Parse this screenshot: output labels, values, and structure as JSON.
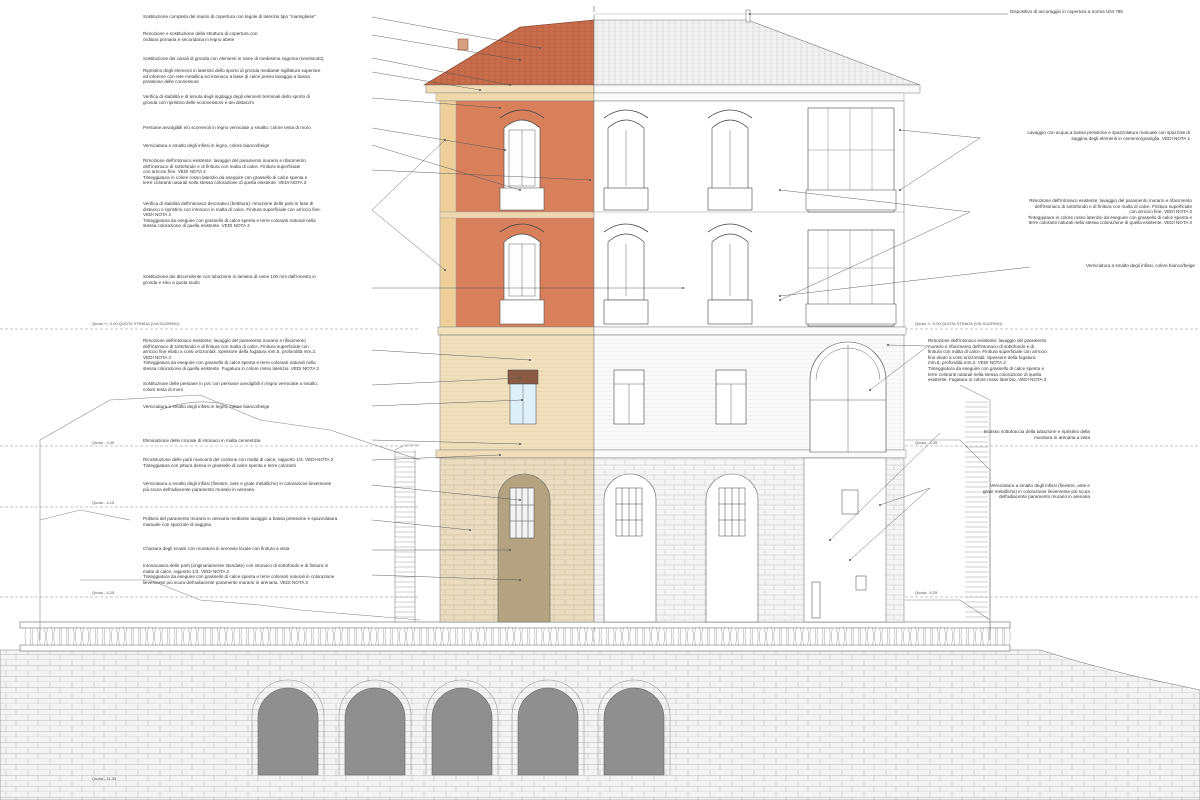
{
  "notes_left": [
    {
      "text": "Sostituzione completa del manto di copertura con tegole di laterizio tipo \"marsigliese\""
    },
    {
      "text": "Rimozione e sostituzione della struttura di copertura con\norditura primaria e secondaria in legno abete"
    },
    {
      "text": "Sostituzione dei canali di gronda con elementi in rame di medesima sagoma (semitondo)"
    },
    {
      "text": "Ripristino degli elementi in laterizio dello sporto di gronda mediante sigillatura superiore\ned inferiore con rete metallica ed intonaco a base di calce previo lavaggio a bassa\npressione delle connessure"
    },
    {
      "text": "Verifica di stabilità e di tenuta degli ingitaggi degli elementi terminali dello sporto di\ngronda con ripristino delle sconnessioni e dei distacchi"
    },
    {
      "text": "Persiane avvolgibili e/o scorrevoli in legno verniciate a smalto, colore testa di moro"
    },
    {
      "text": "Verniciatura a smalto degli infissi in legno, colore bianco/beige"
    },
    {
      "text": "Rimozione dell'intonaco esistente: lavaggio del paramento murario e rifacimento\ndell'intonaco di sottofondo e di finitura con malta di calce. Finitura superficiale\ncon arriccio fine. VEDI NOTA 2\nTinteggiatura in colore rosso laterizio da eseguire con grassello di calce spenta e\nterre coloranti naturali nella stessa colorazione di quella esistente. VEDI NOTA 3"
    },
    {
      "text": "Verifica di stabilità dell'intonaco decorativo (bettitura): rimozione delle parti in fase di\ndistacco e ripristino con intonaco in malta di calce. Finitura superficiale con arriccio fine.\nVEDI NOTA 2\nTinteggiatura da eseguire con grassello di calce spenta e terre coloranti naturali nella\nstessa colorazione di quella esistente. VEDI NOTA 3"
    },
    {
      "text": "Sostituzione dei discendente con tubazione in lamiera di rame 100 mm dall'innesto in\ngronda e sino a quota suolo"
    },
    {
      "text": "Rimozione dell'intonaco esistente; lavaggio del paramento murario e rifacimento\ndell'intonaco di sottofondo e di finitura con malta di calce. Finitura superficiale con\narriccio fine eliato a corsi orizzontali. Spessore della fugatura mm.5, profondità mm.2.\nVEDI NOTA 2\nTinteggiatura da eseguire con grassello di calce spenta e terre coloranti naturali nella\nstessa colorazione di quella esistente. Fugatura in colore rosso laterizio. VEDI NOTA 3"
    },
    {
      "text": "Sostituzione delle persiane in pvc con persiane avvolgibili in legno verniciate a smalto,\ncolore testa di moro"
    },
    {
      "text": "Verniciatura a smalto degli infissi in legno, colore bianco/beige"
    },
    {
      "text": "Eliminazione delle crocate di intonaco in malta cementizia"
    },
    {
      "text": "Ricostruzione delle parti mancanti del cordone con malta di calce, rapporto 1/3. VEDI NOTA 2\nTinteggiatura con pittura densa in grassello di calce spenta e terre coloranti"
    },
    {
      "text": "Verniciatura a smalto degli infissi (finestre, ante e grate metalliche) in colorazione lievemente\npiù scura dell'adiacente paramento murario in arenaria"
    },
    {
      "text": "Pulitura del paramento murario in arenaria mediante lavaggio a bassa pressione e spazzolatura\nmanuale con spazzole di saggina"
    },
    {
      "text": "Chiusura degli scassi con muratura in arenaria locale con finitura a vista"
    },
    {
      "text": "Intonacatura delle parti (originariamente stondate) con intonaco di sottofondo e di finitura in\nmalta di calce, rapporto 1/3. VEDI NOTA 2\nTinteggiatura da eseguire con grassello di calce spenta e terre coloranti naturali in colorazione\nlievemente più scura dell'adiacente paramento murario in arenaria. VEDI NOTA 3"
    }
  ],
  "notes_right": [
    {
      "text": "Dispositivo di ancoraggio in copertura a norma UNI 795"
    },
    {
      "text": "Lavaggio con acqua a bassa pressione e spazzolatura manuale con spazzole di\nsaggina degli elementi in cemento/graniglia. VEDI NOTA 1"
    },
    {
      "text": "Rimozione dell'intonaco esistente; lavaggio del paramento murario e rifacimento\ndell'intonaco di sottofondo e di finitura con malta di calce. Finitura superficiale\ncon arriccio fine. VEDI NOTA 2\nTinteggiatura in colore rosso laterizio da eseguire con grassello di calce spenta e\nterre coloranti naturali nella stessa colorazione di quella esistente. VEDI NOTA 3"
    },
    {
      "text": "Verniciatura a smalto degli infissi, colore bianco/beige"
    },
    {
      "text": "Rimozione dell'intonaco esistente; lavaggio del paramento\nmurario e rifacimento dell'intonaco di sottofondo e di\nfinitura con malta di calce. Finitura superficiale con arriccio\nfine eliato a corsi orizzontali. Spessore della fugatura\nmm.5, profondità mm.2. VEDI NOTA 2\nTinteggiatura da eseguire con grassello di calce spenta e\nterre coloranti naturali nella stessa colorazione di quella\nesistente. Fugatura in colore rosso laterizio. VEDI NOTA 3"
    },
    {
      "text": "Incasso sottotraccia della tubazione e ripristino della\nmuratura in arenaria a vista"
    },
    {
      "text": "Verniciatura a smalto degli infissi (finestre, ante e\ngrate metalliche) in colorazione lievemente più scura\ndell'adiacente paramento murario in arenaria"
    }
  ],
  "levels": [
    {
      "text": "Quota +/- 0,00  QUOTA STRADA (VIA SUORINO)"
    },
    {
      "text": "Quota +/- 0,00  QUOTA STRADA (VIA SUORINO)"
    },
    {
      "text": "Quota - 4,35"
    },
    {
      "text": "Quota - 4,35"
    },
    {
      "text": "Quota - 4,15"
    },
    {
      "text": "Quota - 6,25"
    },
    {
      "text": "Quota - 6,25"
    },
    {
      "text": "Quota - 11,35"
    }
  ],
  "colors": {
    "roof_tile": "#c86a4a",
    "facade_red": "#d8805c",
    "plinth_beige": "#efdcb8",
    "stone": "#e6d8bc",
    "door_infill": "#b0a080",
    "outline": "#555555",
    "leader": "#444444",
    "wall_stone": "#cfcfcf",
    "arch_fill": "#8f8f8f"
  }
}
